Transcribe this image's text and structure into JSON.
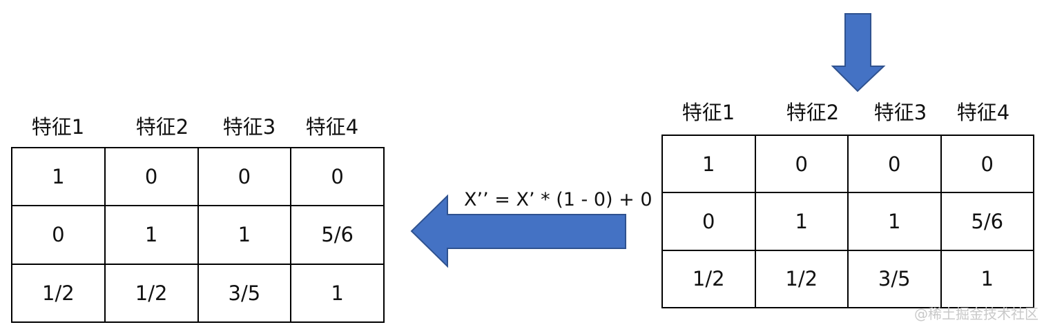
{
  "left_table": {
    "headers": [
      "特征1",
      "特征2",
      "特征3",
      "特征4"
    ],
    "rows": [
      [
        "1",
        "0",
        "0",
        "0"
      ],
      [
        "0",
        "1",
        "1",
        "5/6"
      ],
      [
        "1/2",
        "1/2",
        "3/5",
        "1"
      ]
    ]
  },
  "right_table": {
    "headers": [
      "特征1",
      "特征2",
      "特征3",
      "特征4"
    ],
    "rows": [
      [
        "1",
        "0",
        "0",
        "0"
      ],
      [
        "0",
        "1",
        "1",
        "5/6"
      ],
      [
        "1/2",
        "1/2",
        "3/5",
        "1"
      ]
    ]
  },
  "transform": {
    "formula": "X’’ = X’ * (1 - 0) + 0"
  },
  "watermark": "@稀土掘金技术社区",
  "colors": {
    "arrow_fill": "#4472C4",
    "arrow_stroke": "#2F528F",
    "border": "#000000"
  }
}
